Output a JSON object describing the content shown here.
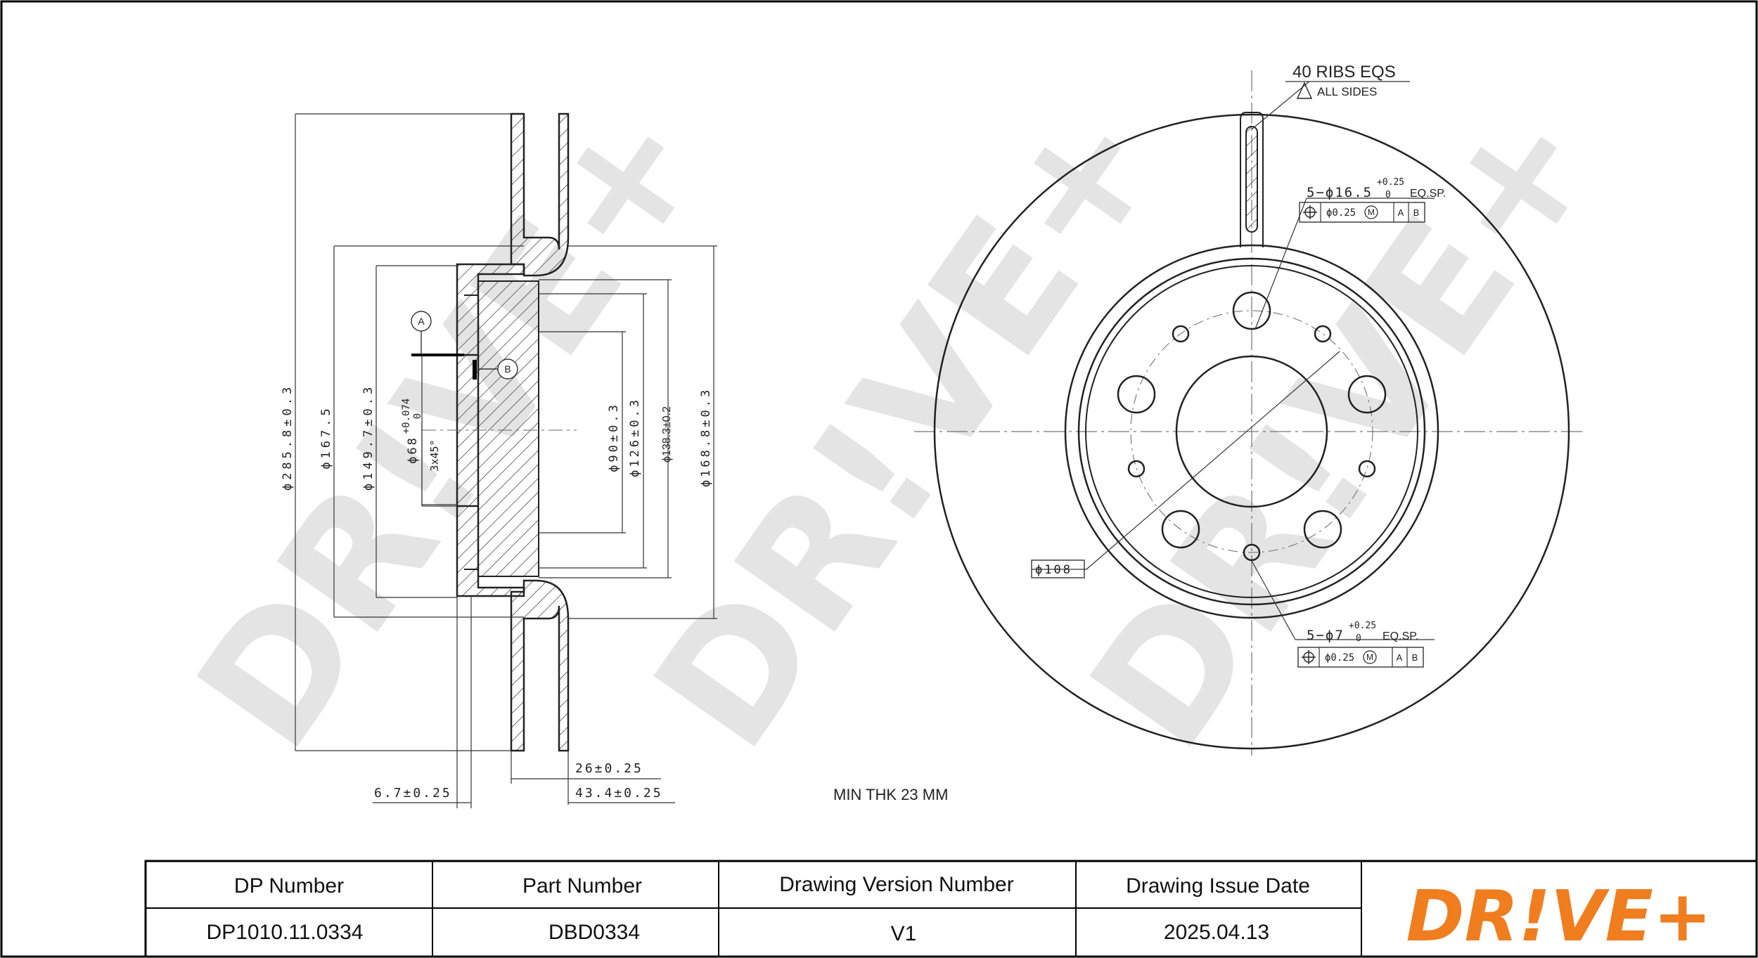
{
  "watermark": "DR!VE+",
  "side_view": {
    "dims": {
      "outer_diameter": "ϕ285.8±0.3",
      "d167": "ϕ167.5",
      "d149": "ϕ149.7±0.3",
      "bore_prefix": "ϕ68",
      "bore_tol_upper": "+0.074",
      "bore_tol_lower": "0",
      "chamfer": "3x45°",
      "d90": "ϕ90±0.3",
      "d126": "ϕ126±0.3",
      "d138": "ϕ138.3±0.2",
      "d168": "ϕ168.8±0.3",
      "width26": "26±0.25",
      "width43": "43.4±0.25",
      "offset67": "6.7±0.25"
    },
    "datum_a": "A",
    "datum_b": "B"
  },
  "front_view": {
    "ribs_note": "40 RIBS EQS",
    "ribs_sub": "ALL SIDES",
    "holes1_prefix": "5−ϕ16.5",
    "holes1_tol_upper": "+0.25",
    "holes1_tol_lower": "0",
    "holes1_suffix": "EQ.SP.",
    "fcf1": [
      "ϕ0.25",
      "M",
      "A",
      "B"
    ],
    "holes2_prefix": "5−ϕ7",
    "holes2_tol_upper": "+0.25",
    "holes2_tol_lower": "0",
    "holes2_suffix": "EQ.SP.",
    "fcf2": [
      "ϕ0.25",
      "M",
      "A",
      "B"
    ],
    "pcd": "ϕ108"
  },
  "min_thk": "MIN THK 23 MM",
  "title_block": {
    "headers": [
      "DP Number",
      "Part Number",
      "Drawing Version Number",
      "Drawing Issue Date"
    ],
    "values": [
      "DP1010.11.0334",
      "DBD0334",
      "V1",
      "2025.04.13"
    ],
    "logo": "DR!VE+",
    "logo_color": "#f07d1e"
  }
}
